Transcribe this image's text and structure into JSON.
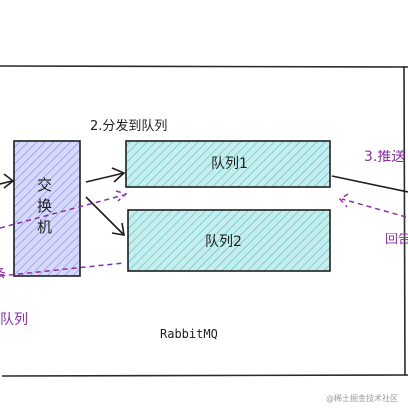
{
  "diagram": {
    "broker_label": "RabbitMQ",
    "exchange_label_chars": [
      "交",
      "换",
      "机"
    ],
    "queue1_label": "队列1",
    "queue2_label": "队列2",
    "step2_label": "2.分发到队列",
    "step3_label": "3.推送",
    "callback_label": "回告",
    "left_queue_label": "队列",
    "left_partial_char": "条",
    "watermark": "@稀土掘金技术社区"
  },
  "colors": {
    "exchange_fill": "#c8ccf5",
    "queue_fill": "#b9e6e6",
    "outline": "#1e1e1e",
    "accent": "#8b2fa6"
  }
}
